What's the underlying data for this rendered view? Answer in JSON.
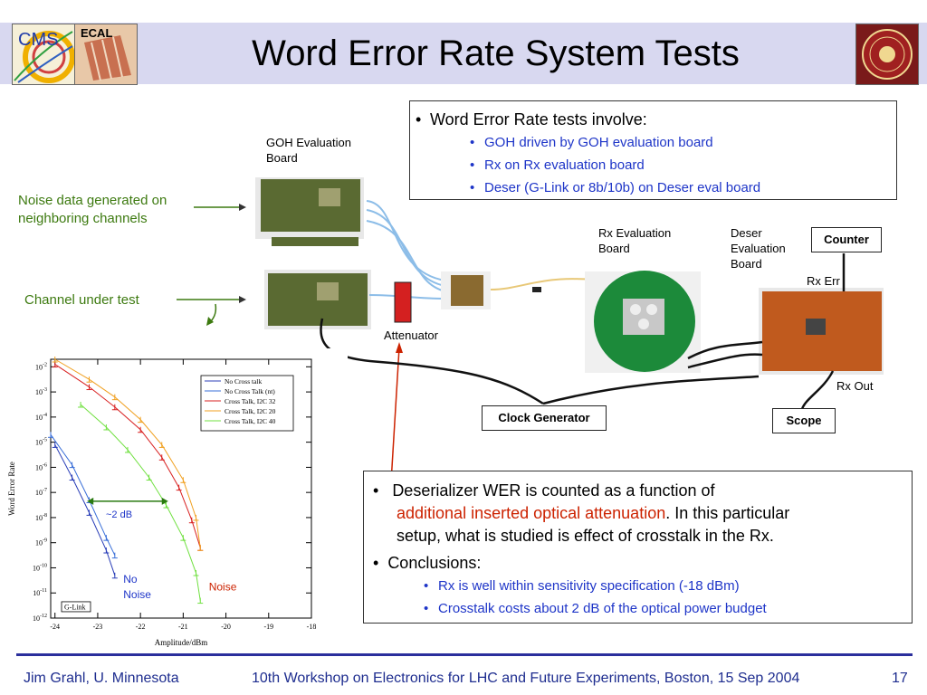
{
  "header": {
    "title": "Word Error Rate System Tests",
    "logo_cms": "CMS",
    "logo_ecal": "ECAL"
  },
  "top_box": {
    "main": "Word Error Rate tests involve:",
    "items": [
      "GOH driven by GOH evaluation board",
      "Rx on Rx evaluation board",
      "Deser (G-Link or 8b/10b) on Deser eval board"
    ]
  },
  "diagram": {
    "goh_label_1": "GOH Evaluation",
    "goh_label_2": "Board",
    "noise_label_1": "Noise data generated on",
    "noise_label_2": "neighboring channels",
    "channel_label": "Channel under test",
    "attenuator_label": "Attenuator",
    "rx_label_1": "Rx Evaluation",
    "rx_label_2": "Board",
    "deser_label_1": "Deser",
    "deser_label_2": "Evaluation",
    "deser_label_3": "Board",
    "counter": "Counter",
    "rx_err": "Rx Err",
    "rx_out": "Rx Out",
    "clock_generator": "Clock Generator",
    "scope": "Scope"
  },
  "bottom_box": {
    "p1_a": "Deserializer WER is counted as a function of",
    "p1_b": "additional inserted optical attenuation",
    "p1_c": ".  In this particular",
    "p1_d": "setup, what is studied is effect of crosstalk in the Rx.",
    "p2": "Conclusions:",
    "items": [
      "Rx is well within sensitivity specification (-18 dBm)",
      "Crosstalk costs about 2 dB of the optical power budget"
    ]
  },
  "colors": {
    "accent": "#2b2f9c",
    "title_band": "#d8d8f0",
    "green_label": "#3d7a10",
    "blue_text": "#1e35c8",
    "red_text": "#cc2200",
    "board_green": "#5a6a32",
    "fiber_blue": "#8cbde8",
    "attenuator_red": "#d42020"
  },
  "chart_data": {
    "type": "line",
    "xlabel": "Amplitude/dBm",
    "ylabel": "Word Error Rate",
    "xlim": [
      -24.1,
      -18
    ],
    "ylim_exp": [
      -12,
      -1.7
    ],
    "log_y": true,
    "x_ticks": [
      -24,
      -23,
      -22,
      -21,
      -20,
      -19,
      -18
    ],
    "y_ticks_exp": [
      -2,
      -3,
      -4,
      -5,
      -6,
      -7,
      -8,
      -9,
      -10,
      -11,
      -12
    ],
    "legend_position": "top-right",
    "annotations": {
      "db_shift": "~2 dB",
      "no_noise_1": "No",
      "no_noise_2": "Noise",
      "noise": "Noise",
      "glink": "G-Link"
    },
    "series": [
      {
        "name": "No Cross talk",
        "color": "#2b3fb8",
        "x": [
          -24.0,
          -23.6,
          -23.2,
          -22.8,
          -22.6
        ],
        "y_exp": [
          -5.1,
          -6.4,
          -7.8,
          -9.3,
          -10.3
        ]
      },
      {
        "name": "No Cross Talk (nt)",
        "color": "#3a6fd8",
        "x": [
          -24.1,
          -23.6,
          -23.2,
          -22.8,
          -22.6
        ],
        "y_exp": [
          -4.7,
          -5.9,
          -7.3,
          -8.8,
          -9.5
        ]
      },
      {
        "name": "Cross Talk, I2C 32",
        "color": "#d82020",
        "x": [
          -24.0,
          -23.2,
          -22.6,
          -22.0,
          -21.5,
          -21.1,
          -20.8,
          -20.6
        ],
        "y_exp": [
          -1.9,
          -2.8,
          -3.6,
          -4.5,
          -5.6,
          -6.8,
          -8.1,
          -9.2
        ]
      },
      {
        "name": "Cross Talk, I2C 20",
        "color": "#f0a020",
        "x": [
          -24.0,
          -23.2,
          -22.6,
          -22.0,
          -21.5,
          -21.0,
          -20.7,
          -20.6
        ],
        "y_exp": [
          -1.7,
          -2.5,
          -3.2,
          -4.1,
          -5.1,
          -6.5,
          -8.0,
          -9.2
        ]
      },
      {
        "name": "Cross Talk, I2C 40",
        "color": "#70e040",
        "x": [
          -23.4,
          -22.8,
          -22.3,
          -21.8,
          -21.4,
          -21.0,
          -20.7,
          -20.6
        ],
        "y_exp": [
          -3.5,
          -4.4,
          -5.3,
          -6.4,
          -7.5,
          -8.8,
          -10.2,
          -11.3
        ]
      }
    ]
  },
  "footer": {
    "author": "Jim Grahl, U. Minnesota",
    "event": "10th Workshop on Electronics for LHC and Future Experiments, Boston, 15 Sep 2004",
    "page": "17"
  }
}
